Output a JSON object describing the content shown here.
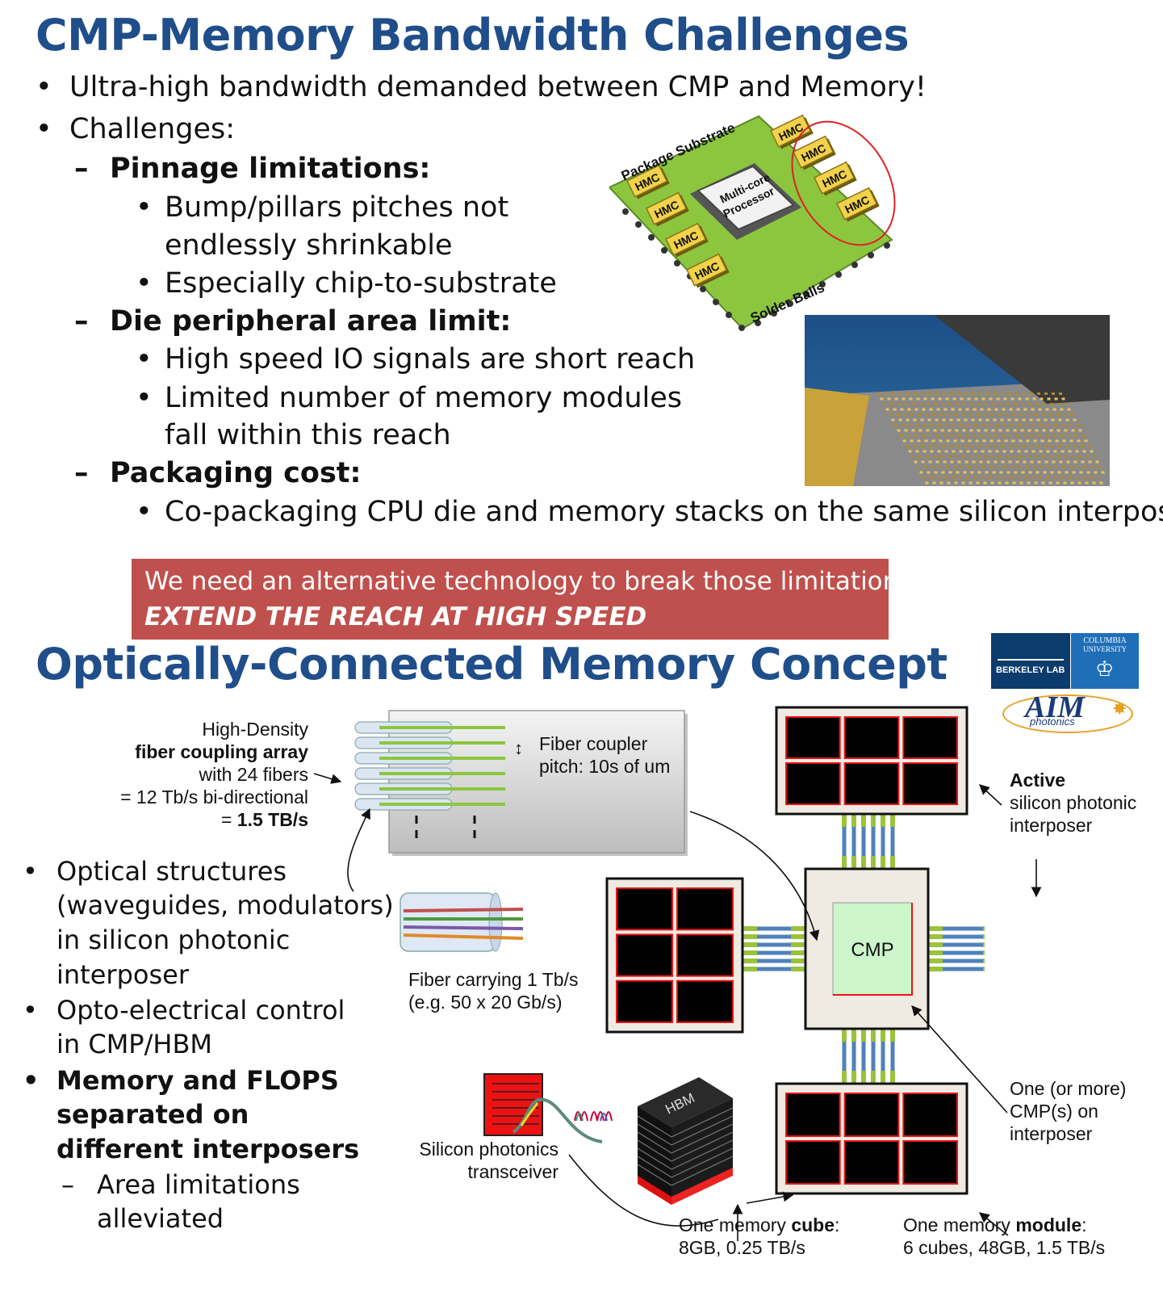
{
  "top": {
    "title": "CMP-Memory Bandwidth Challenges",
    "bullet1": "Ultra-high bandwidth demanded between CMP and Memory!",
    "bullet2": "Challenges:",
    "pinnage": {
      "heading": "Pinnage limitations:",
      "items": [
        "Bump/pillars pitches not",
        "endlessly shrinkable",
        "Especially chip-to-substrate"
      ]
    },
    "die": {
      "heading": "Die peripheral area limit:",
      "items": [
        "High speed IO signals are short reach",
        "Limited number of memory modules",
        "fall within this reach"
      ]
    },
    "packaging": {
      "heading": "Packaging cost:",
      "items": [
        "Co-packaging CPU die and memory stacks on the same silicon interposer"
      ]
    },
    "banner": {
      "line1": "We need an alternative technology to break those limitations",
      "line2": "EXTEND THE REACH AT HIGH SPEED"
    },
    "substrate_figure": {
      "package_label": "Package Substrate",
      "processor_label1": "Multi-core",
      "processor_label2": "Processor",
      "hmc_label": "HMC",
      "balls_label": "Solder Balls"
    }
  },
  "bottom": {
    "title": "Optically-Connected Memory Concept",
    "logos": {
      "berkeley": "BERKELEY LAB",
      "columbia1": "COLUMBIA",
      "columbia2": "UNIVERSITY",
      "aim": "AIM",
      "aim_sub": "photonics"
    },
    "coupling": {
      "l1": "High-Density",
      "l2": "fiber coupling array",
      "l3": "with 24 fibers",
      "l4": "= 12 Tb/s bi-directional",
      "l5_prefix": "= ",
      "l5_bold": "1.5 TB/s"
    },
    "pitch": {
      "l1": "Fiber coupler",
      "l2": "pitch: 10s of um"
    },
    "fiber": {
      "l1": "Fiber carrying 1 Tb/s",
      "l2": "(e.g. 50 x 20 Gb/s)"
    },
    "bullets": {
      "b1": [
        "Optical structures",
        "(waveguides, modulators)",
        "in silicon photonic",
        "interposer"
      ],
      "b2": [
        "Opto-electrical control",
        "in CMP/HBM"
      ],
      "b3": [
        "Memory and FLOPS",
        "separated on",
        "different interposers"
      ],
      "sub": [
        "Area limitations",
        "alleviated"
      ]
    },
    "active": {
      "l1": "Active",
      "l2": "silicon photonic",
      "l3": "interposer"
    },
    "cmp_label": "CMP",
    "cmp_note": {
      "l1": "One (or more)",
      "l2": "CMP(s) on",
      "l3": "interposer"
    },
    "transceiver": {
      "l1": "Silicon photonics",
      "l2": "transceiver"
    },
    "hbm_label": "HBM",
    "cube": {
      "prefix": "One memory ",
      "bold": "cube",
      "suffix": ":",
      "l2": "8GB, 0.25 TB/s"
    },
    "module": {
      "prefix": "One memory ",
      "bold": "module",
      "suffix": ":",
      "l2": "6 cubes, 48GB, 1.5 TB/s"
    }
  }
}
